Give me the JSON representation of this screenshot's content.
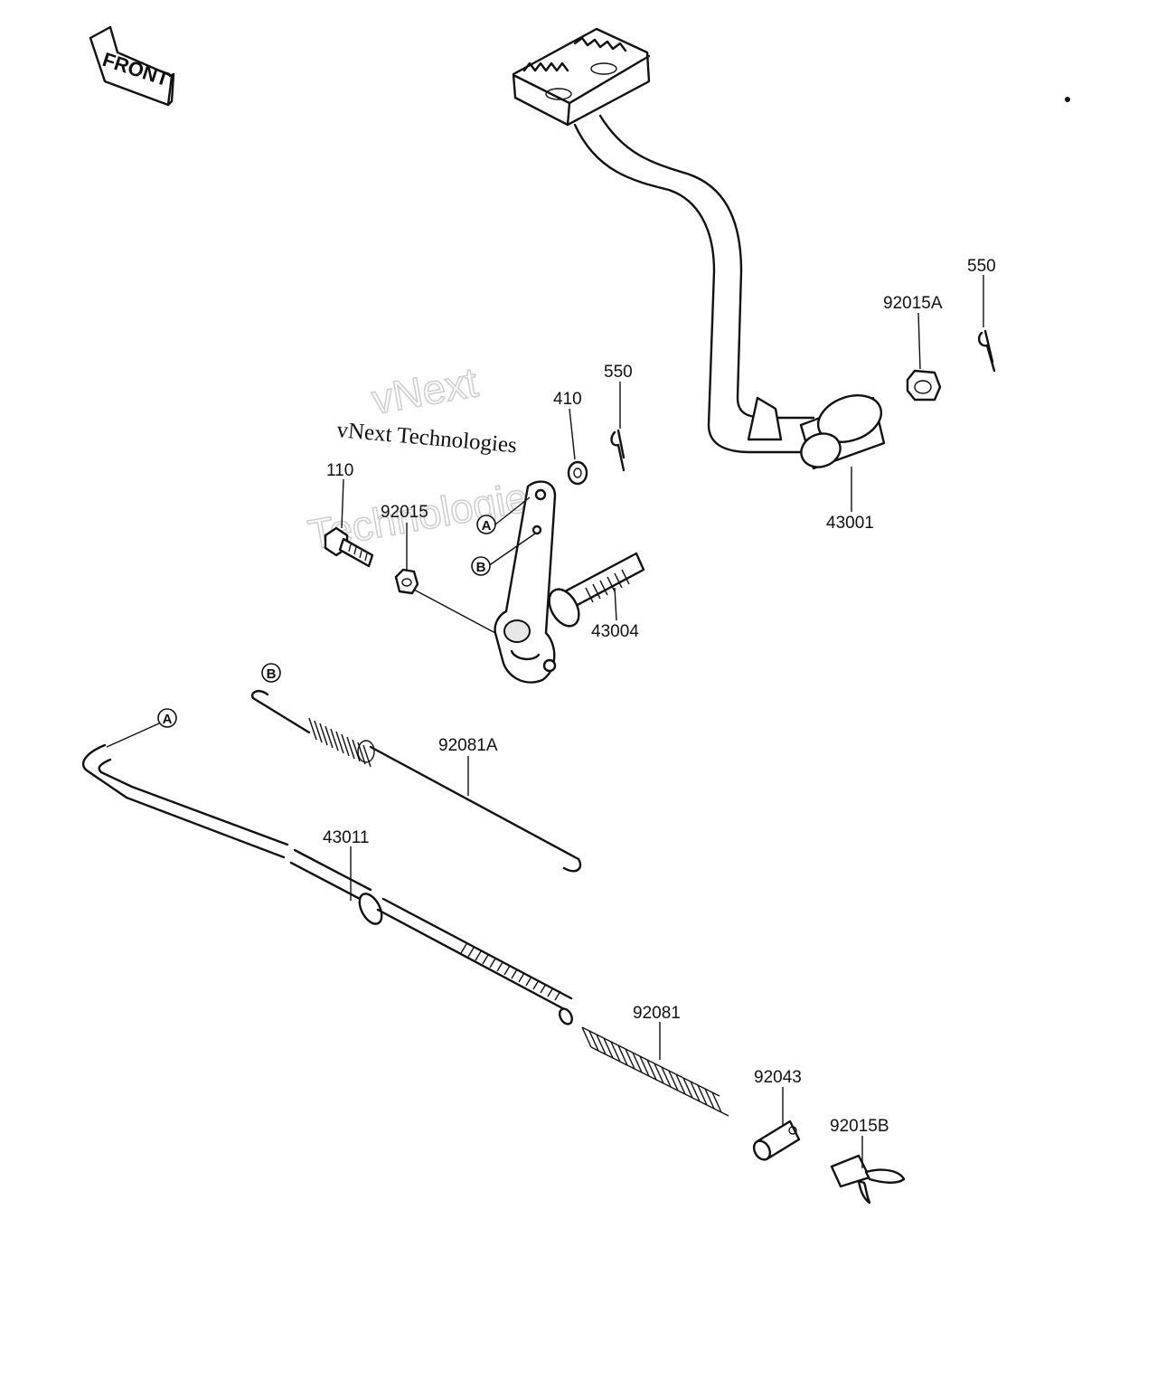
{
  "diagram": {
    "front_marker": {
      "text": "FRONT",
      "icon": "front-arrow-icon"
    },
    "watermark": {
      "text_outline_line1": "vNext",
      "text_outline_line2": "Technologies",
      "text_plain": "vNext Technologies"
    },
    "part_labels": {
      "p550_top": "550",
      "p92015A": "92015A",
      "p43001": "43001",
      "p550_mid": "550",
      "p410": "410",
      "p110": "110",
      "p92015": "92015",
      "p43004": "43004",
      "p92081A": "92081A",
      "p43011": "43011",
      "p92081": "92081",
      "p92043": "92043",
      "p92015B": "92015B"
    },
    "reference_letters": {
      "lever_a": "A",
      "lever_b": "B",
      "spring_b": "B",
      "rod_a": "A"
    }
  }
}
